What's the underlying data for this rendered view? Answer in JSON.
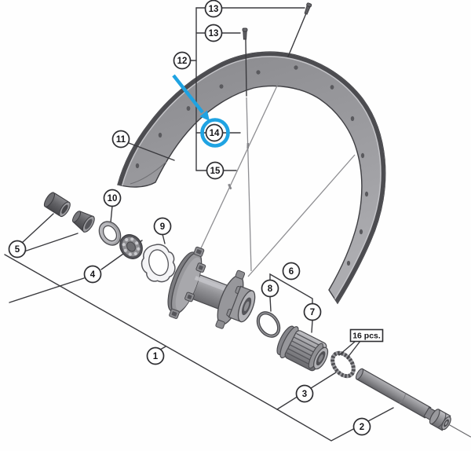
{
  "figure": {
    "kind": "exploded-parts-diagram",
    "subject": "bicycle wheel hub and rim assembly"
  },
  "callouts": {
    "c1": "1",
    "c2": "2",
    "c3": "3",
    "c4": "4",
    "c5": "5",
    "c6": "6",
    "c7": "7",
    "c8": "8",
    "c9": "9",
    "c10": "10",
    "c11": "11",
    "c12": "12",
    "c13a": "13",
    "c13b": "13",
    "c14": "14",
    "c15": "15"
  },
  "annotations": {
    "quantity_label": "16 pcs."
  },
  "highlight": {
    "target_callout": "14"
  },
  "colors": {
    "highlight_blue": "#1fa3e2",
    "line_dark": "#3a3a3e",
    "part_gray": "#97979b",
    "background": "#ffffff"
  }
}
